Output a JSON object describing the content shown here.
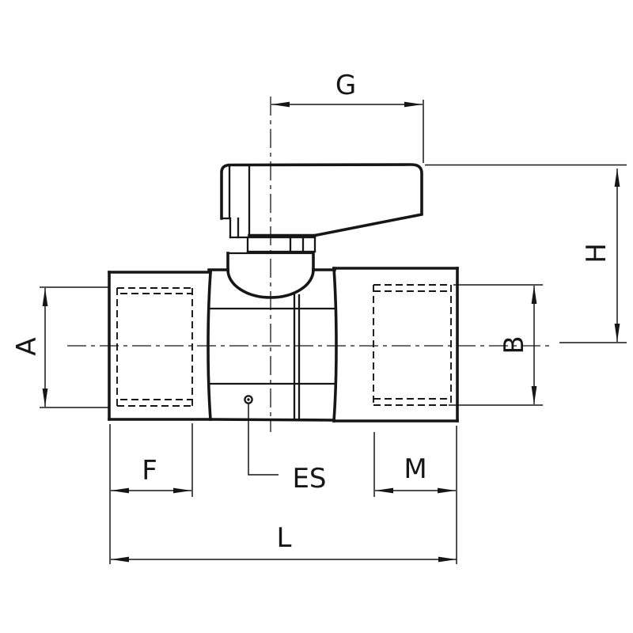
{
  "drawing": {
    "title": "ball-valve-dimension-drawing",
    "colors": {
      "line": "#161616",
      "background": "#ffffff"
    }
  },
  "labels": {
    "G": "G",
    "H": "H",
    "A": "A",
    "B": "B",
    "F": "F",
    "ES": "ES",
    "M": "M",
    "L": "L"
  }
}
